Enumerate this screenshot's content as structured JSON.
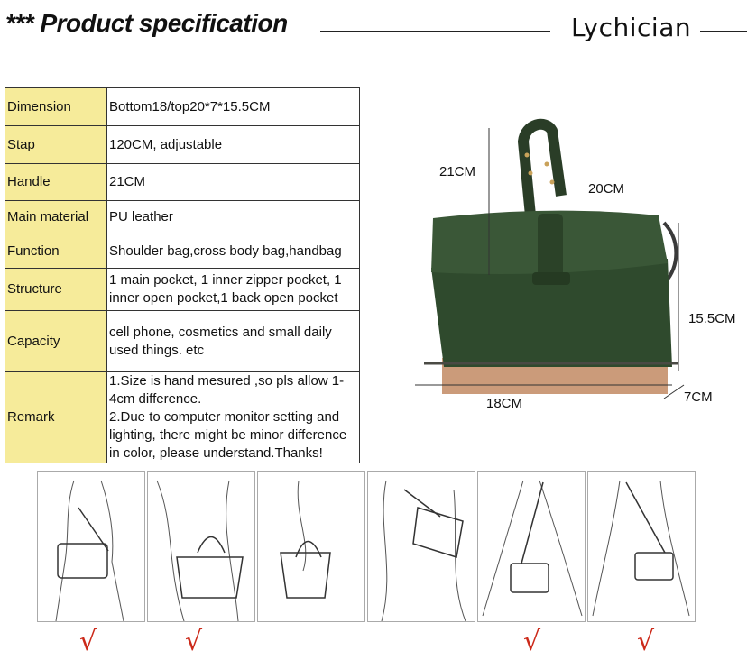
{
  "header": {
    "title": "*** Product specification",
    "brand": "Lychician"
  },
  "spec": [
    {
      "label": "Dimension",
      "value": "Bottom18/top20*7*15.5CM"
    },
    {
      "label": "Stap",
      "value": "120CM, adjustable"
    },
    {
      "label": "Handle",
      "value": "21CM"
    },
    {
      "label": "Main material",
      "value": "PU leather"
    },
    {
      "label": "Function",
      "value": "Shoulder bag,cross body bag,handbag"
    },
    {
      "label": "Structure",
      "value": "1 main pocket, 1 inner zipper pocket, 1 inner open pocket,1 back open pocket"
    },
    {
      "label": "Capacity",
      "value": "cell phone, cosmetics and small daily used things. etc"
    },
    {
      "label": "Remark",
      "value_lines": [
        "1.Size is hand mesured ,so pls allow 1-",
        "4cm difference.",
        "2.Due to computer monitor setting and",
        "lighting, there might be minor difference",
        "in color, please understand.Thanks!"
      ]
    }
  ],
  "dimensions": {
    "handle": "21CM",
    "top": "20CM",
    "height": "15.5CM",
    "bottom": "18CM",
    "depth": "7CM"
  },
  "colors": {
    "label_bg": "#f6eb9a",
    "bag": "#2e4a2c",
    "check": "#cc2a1a"
  },
  "checkmark": "√",
  "illustrations": [
    {
      "icon": "crossbody-side-illustration",
      "checked": true
    },
    {
      "icon": "handbag-carry-illustration",
      "checked": true
    },
    {
      "icon": "handbag-arm-illustration",
      "checked": false
    },
    {
      "icon": "shoulder-bag-illustration",
      "checked": false
    },
    {
      "icon": "crossbody-front-illustration",
      "checked": true
    },
    {
      "icon": "crossbody-dress-illustration",
      "checked": true
    }
  ]
}
